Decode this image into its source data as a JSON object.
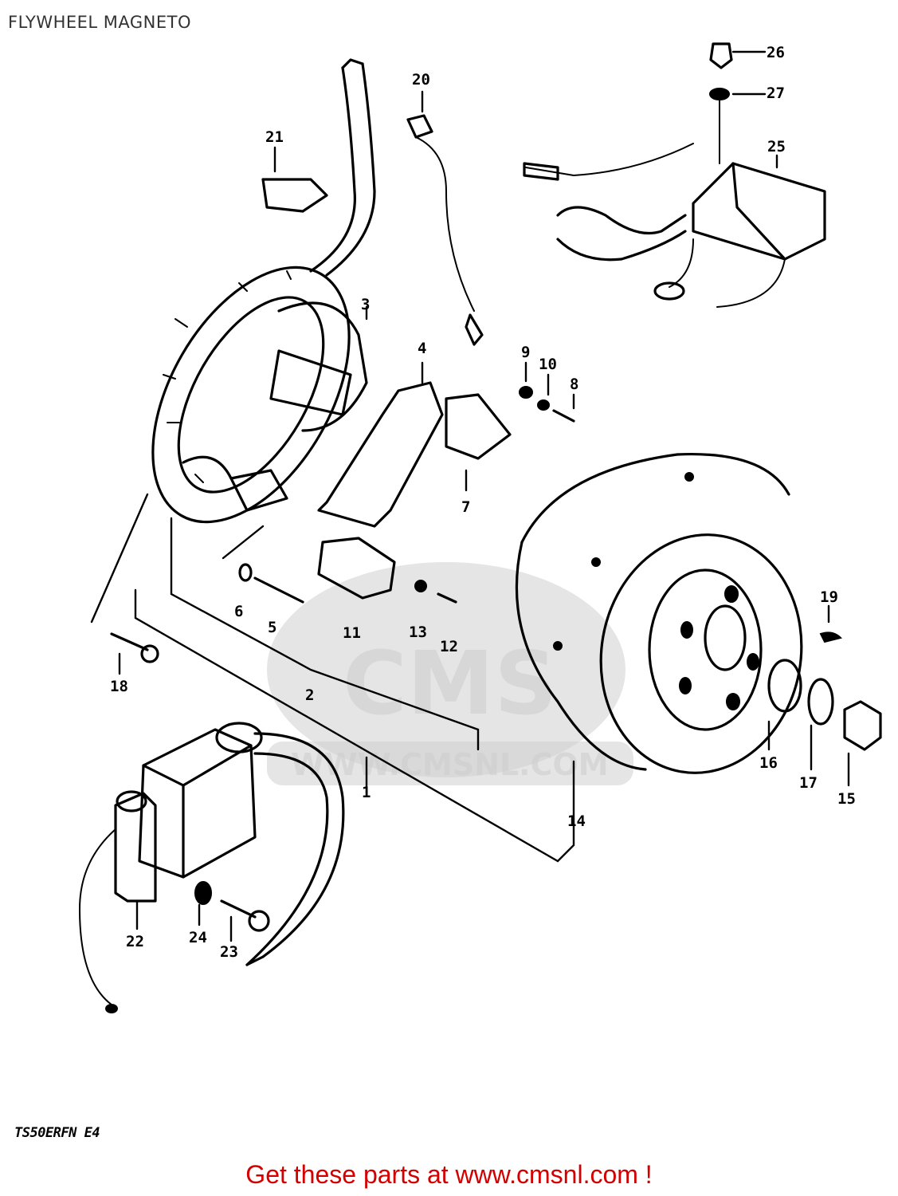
{
  "page": {
    "title": "FLYWHEEL MAGNETO",
    "model_code": "TS50ERFN E4",
    "cta_link": "Get these parts at www.cmsnl.com !"
  },
  "watermark": {
    "brand": "CMS",
    "url": "WWW.CMSNL.COM"
  },
  "callouts": [
    {
      "id": "1",
      "label": "1"
    },
    {
      "id": "2",
      "label": "2"
    },
    {
      "id": "3",
      "label": "3"
    },
    {
      "id": "4",
      "label": "4"
    },
    {
      "id": "5",
      "label": "5"
    },
    {
      "id": "6",
      "label": "6"
    },
    {
      "id": "7",
      "label": "7"
    },
    {
      "id": "8",
      "label": "8"
    },
    {
      "id": "9",
      "label": "9"
    },
    {
      "id": "10",
      "label": "10"
    },
    {
      "id": "11",
      "label": "11"
    },
    {
      "id": "12",
      "label": "12"
    },
    {
      "id": "13",
      "label": "13"
    },
    {
      "id": "14",
      "label": "14"
    },
    {
      "id": "15",
      "label": "15"
    },
    {
      "id": "16",
      "label": "16"
    },
    {
      "id": "17",
      "label": "17"
    },
    {
      "id": "18",
      "label": "18"
    },
    {
      "id": "19",
      "label": "19"
    },
    {
      "id": "20",
      "label": "20"
    },
    {
      "id": "21",
      "label": "21"
    },
    {
      "id": "22",
      "label": "22"
    },
    {
      "id": "23",
      "label": "23"
    },
    {
      "id": "24",
      "label": "24"
    },
    {
      "id": "25",
      "label": "25"
    },
    {
      "id": "26",
      "label": "26"
    },
    {
      "id": "27",
      "label": "27"
    }
  ],
  "colors": {
    "link": "#d40000",
    "title": "#333333",
    "ink": "#000000",
    "watermark": "#cfcfcf"
  }
}
